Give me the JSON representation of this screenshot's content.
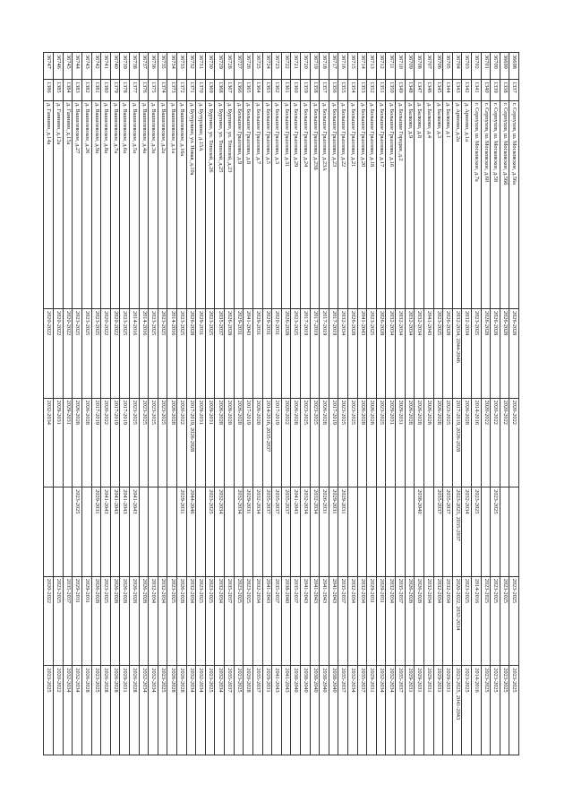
{
  "rows": [
    [
      "36698",
      "1337",
      "г. Серпухов, ш. Московское, д.56а",
      "2026-2028",
      "2020-2022",
      "",
      "2023-2025",
      "2023-2025"
    ],
    [
      "36699",
      "1338",
      "г. Серпухов, ш. Московское, д.56б",
      "2026-2028",
      "2020-2022",
      "",
      "2023-2025",
      "2023-2025"
    ],
    [
      "36700",
      "1339",
      "г. Серпухов, ш. Московское, д.58",
      "2026-2028",
      "2020-2022",
      "2023-2025",
      "2023-2025",
      "2023-2025"
    ],
    [
      "36701",
      "1340",
      "г. Серпухов, ш. Московское, д.60",
      "2026-2028",
      "2020-2022",
      "",
      "2023-2025",
      "2023-2025"
    ],
    [
      "36702",
      "1341",
      "г. Серпухов, ш. Московское, д.7а",
      "2023-2025",
      "2014-2016",
      "2023-2025",
      "2014-2016",
      "2014-2016"
    ],
    [
      "36703",
      "1342",
      "д. Арнеево, д.1а",
      "2032-2034",
      "2026-2028",
      "2032-2034",
      "2023-2025",
      "2023-2025"
    ],
    [
      "36704",
      "1343",
      "д. Арнеево, д.2а",
      "2032-2034, 2044-2046",
      "2017-2019, 2026-2028",
      "2023-2025, 2035-2037",
      "2020-2022, 2032-2034",
      "2023-2025, 2041-2043"
    ],
    [
      "36705",
      "1344",
      "д. Балково, д.1",
      "2026-2028",
      "2023-2025",
      "2035-2037",
      "2032-2034",
      "2029-2031"
    ],
    [
      "36706",
      "1345",
      "д. Балково, д.3",
      "2023-2025",
      "2026-2028",
      "2035-2037",
      "2032-2034",
      "2029-2031"
    ],
    [
      "36707",
      "1346",
      "д. Балково, д.4",
      "2041-2043",
      "2026-2028",
      "",
      "2032-2034",
      "2029-2031"
    ],
    [
      "36708",
      "1347",
      "д. Балково, д.8",
      "2032-2034",
      "2026-2028",
      "2038-2040",
      "2026-2028",
      "2029-2031"
    ],
    [
      "36709",
      "1348",
      "д. Балково, д.9",
      "2032-2034",
      "2026-2028",
      "",
      "2026-2028",
      "2029-2031"
    ],
    [
      "36710",
      "1349",
      "д. Большие Городки, д.2",
      "2032-2034",
      "2029-2031",
      "",
      "2035-2037",
      "2035-2037"
    ],
    [
      "36711",
      "1350",
      "д. Большое Грызлово, д.16",
      "2032-2034",
      "2029-2031",
      "",
      "2032-2034",
      "2032-2034"
    ],
    [
      "36712",
      "1351",
      "д. Большое Грызлово, д.17",
      "2026-2028",
      "2023-2025",
      "",
      "2029-2031",
      "2032-2034"
    ],
    [
      "36713",
      "1352",
      "д. Большое Грызлово, д.18",
      "2023-2025",
      "2026-2028",
      "",
      "2029-2031",
      "2029-2031"
    ],
    [
      "36714",
      "1353",
      "д. Большое Грызлово, д.20",
      "2041-2043",
      "2026-2028",
      "",
      "2032-2034",
      "2035-2037"
    ],
    [
      "36715",
      "1354",
      "д. Большое Грызлово, д.21",
      "2026-2028",
      "2023-2025",
      "",
      "2032-2034",
      "2032-2034"
    ],
    [
      "36716",
      "1355",
      "д. Большое Грызлово, д.22",
      "2032-2034",
      "2023-2025",
      "2029-2031",
      "2035-2037",
      "2035-2037"
    ],
    [
      "36717",
      "1356",
      "д. Большое Грызлово, д.23",
      "2017-2019",
      "2017-2019",
      "2029-2031",
      "2041-2043",
      "2038-2040"
    ],
    [
      "36718",
      "1357",
      "д. Большое Грызлово, д.23А",
      "2017-2019",
      "2026-2028",
      "2026-2031",
      "2041-2043",
      "2038-2040"
    ],
    [
      "36719",
      "1358",
      "д. Большое Грызлово, д.23Б",
      "2017-2019",
      "2023-2025",
      "2032-2034",
      "2041-2043",
      "2038-2040"
    ],
    [
      "36720",
      "1359",
      "д. Большое Грызлово, д.24",
      "2017-2019",
      "2023-2025",
      "2032-2034",
      "2041-2043",
      "2038-2040"
    ],
    [
      "36721",
      "1360",
      "д. Большое Грызлово, д.29",
      "2023-2025",
      "2026-2028",
      "2041-2043",
      "2035-2037",
      "2038-2040"
    ],
    [
      "36722",
      "1361",
      "д. Большое Грызлово, д.31",
      "2026-2028",
      "2020-2022",
      "2035-2037",
      "2038-2040",
      "2041-2043"
    ],
    [
      "36723",
      "1362",
      "д. Большое Грызлово, д.3",
      "2020-2031",
      "2017-2019",
      "2035-2037",
      "2035-2037",
      "2041-2043"
    ],
    [
      "36724",
      "1363",
      "д. Большое Грызлово, д.5",
      "2029-2031",
      "2014-2016, 2035-2037",
      "2035-2037",
      "2041-2043",
      "2029-2031"
    ],
    [
      "36725",
      "1364",
      "д. Большое Грызлово, д.7",
      "2029-2031",
      "2026-2028",
      "2032-2034",
      "2032-2034",
      "2035-2037"
    ],
    [
      "36726",
      "1365",
      "д. Большое Грызлово, д.8",
      "2041-2043",
      "2017-2019",
      "2029-2031",
      "2023-2025",
      "2020-2028"
    ],
    [
      "36727",
      "1366",
      "д. Большое Грызлово, д.9",
      "2029-2031",
      "2026-2028",
      "2032-2034",
      "2023-2025",
      "2023-2025"
    ],
    [
      "36728",
      "1367",
      "д. Буртино, ул. Тополей, д.23",
      "2026-2028",
      "2026-2028",
      "",
      "2035-2037",
      "2035-2037"
    ],
    [
      "36729",
      "1368",
      "д. Буртино, ул. Тополей, д.25",
      "2035-2037",
      "2026-2028",
      "2032-2034",
      "2032-2034",
      "2032-2034"
    ],
    [
      "36730",
      "1369",
      "д. Буртино, ул. Тополей, д.26",
      "2023-2025",
      "2029-2031",
      "2023-2025",
      "2023-2025",
      "2023-2025"
    ],
    [
      "36731",
      "1370",
      "д. Бутурлино, д.15А",
      "2029-2031",
      "2029-2031",
      "",
      "2023-2025",
      "2032-2034"
    ],
    [
      "36732",
      "1371",
      "д. Бутурлино, ул. Новая, д.10а",
      "2026-2028",
      "2017-2019, 2026-2028",
      "2044-2046",
      "2032-2034",
      "2032-2034"
    ],
    [
      "36733",
      "1372",
      "д. Вашилевское, д.16а",
      "2023-2025",
      "2020-2022",
      "2029-2031",
      "2026-2028",
      "2026-2028"
    ],
    [
      "36734",
      "1373",
      "д. Вашилевское, д.1а",
      "2014-2016",
      "2026-2028",
      "",
      "2023-2025",
      "2026-2028"
    ],
    [
      "36735",
      "1374",
      "д. Вашилевское, д.2а",
      "2023-2025",
      "2023-2025",
      "",
      "2032-2034",
      "2023-2025"
    ],
    [
      "36736",
      "1375",
      "д. Вашилевское, д.3а",
      "2023-2025",
      "2023-2025",
      "",
      "2032-2034",
      "2032-2034"
    ],
    [
      "36737",
      "1376",
      "д. Вашилевское, д.4а",
      "2014-2016",
      "2023-2025",
      "",
      "2026-2028",
      "2032-2034"
    ],
    [
      "36738",
      "1377",
      "д. Вашилевское, д.5а",
      "2014-2016",
      "2023-2025",
      "2041-2043",
      "2026-2028",
      "2026-2028"
    ],
    [
      "36739",
      "1378",
      "д. Вашилевское, д.6а",
      "2023-2025",
      "2017-2019",
      "2041-2043",
      "2026-2028",
      "2029-2031"
    ],
    [
      "36740",
      "1379",
      "д. Вашилевское, д.7а",
      "2020-2022",
      "2017-2019",
      "2041-2043",
      "2026-2028",
      "2026-2028"
    ],
    [
      "36741",
      "1380",
      "д. Вашилевское, д.8а",
      "2020-2022",
      "2020-2022",
      "2041-2043",
      "2023-2025",
      "2026-2028"
    ],
    [
      "36742",
      "1381",
      "д. Вашилевское, д.9а",
      "2023-2025",
      "2017-2019",
      "2029-2031",
      "2026-2028",
      "2023-2025"
    ],
    [
      "36743",
      "1382",
      "д. Вашилевское, д.26",
      "2023-2025",
      "2026-2028",
      "",
      "2029-2031",
      "2026-2028"
    ],
    [
      "36744",
      "1383",
      "д. Вашилевское, д.27",
      "2023-2025",
      "2026-2028",
      "2023-2025",
      "2029-2031",
      "2032-2034"
    ],
    [
      "36745",
      "1384",
      "д. Ганнино, д.15а",
      "2020-2022",
      "2029-2031",
      "",
      "2035-2037",
      "2032-2034"
    ],
    [
      "36746",
      "1385",
      "д. Ганнино, д.12а",
      "2020-2022",
      "2029-2031",
      "",
      "2023-2025",
      "2020-2022"
    ],
    [
      "36747",
      "1386",
      "д. Ганнино, д.14а",
      "2020-2022",
      "2032-2034",
      "",
      "2020-2022",
      "2023-2025"
    ]
  ]
}
